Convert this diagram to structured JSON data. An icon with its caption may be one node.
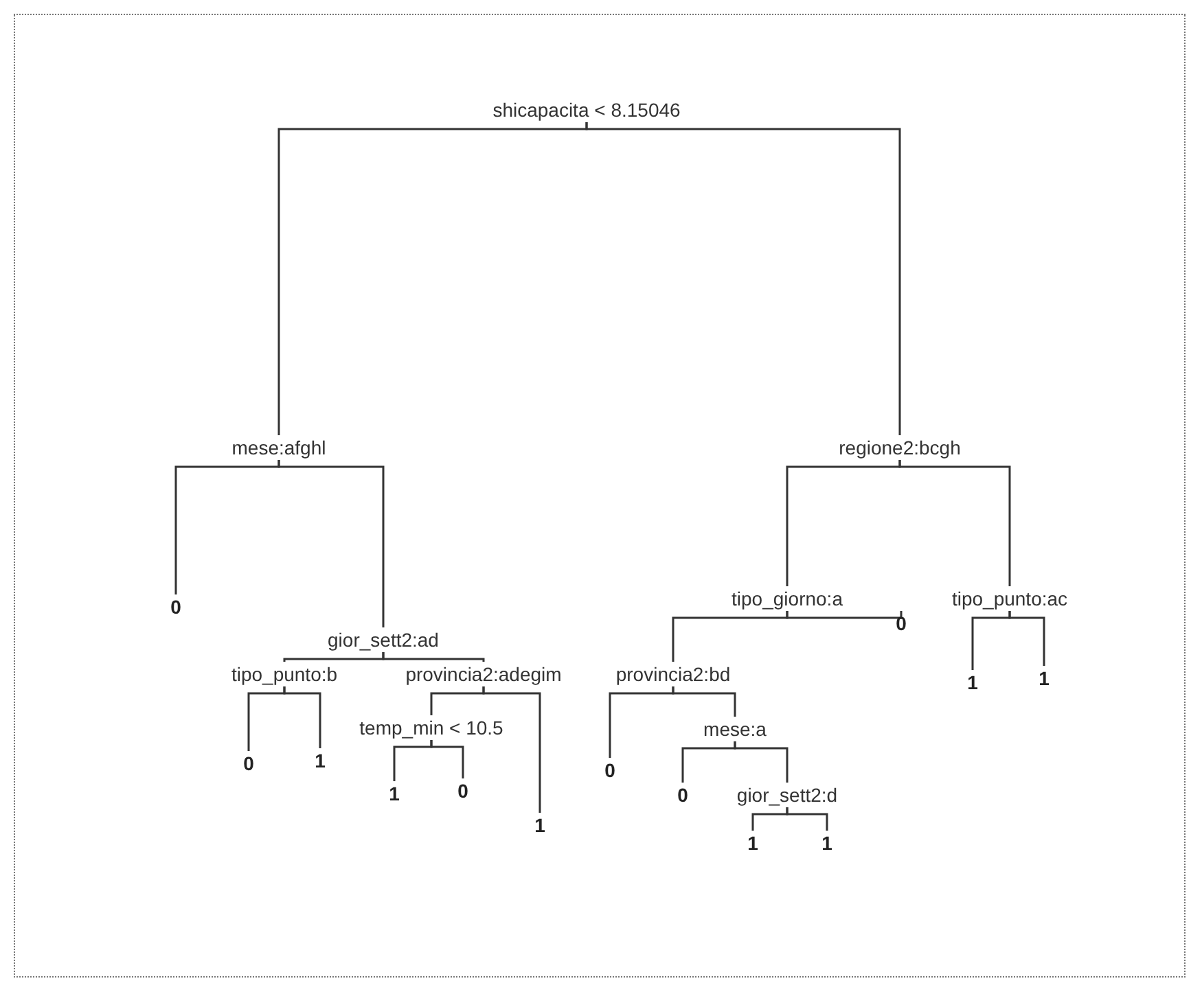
{
  "diagram": {
    "nodes": [
      {
        "text": [
          "shicapacita < 8.15046"
        ]
      },
      {
        "text": [
          "mese:afghl"
        ]
      },
      {
        "text": [
          "0"
        ]
      },
      {
        "text": [
          "gior_sett2:ad"
        ]
      },
      {
        "text": [
          "tipo_punto:b"
        ]
      },
      {
        "text": [
          "0"
        ]
      },
      {
        "text": [
          "1"
        ]
      },
      {
        "text": [
          "provincia2:adegim"
        ]
      },
      {
        "text": [
          "temp_min < 10.5"
        ]
      },
      {
        "text": [
          "1"
        ]
      },
      {
        "text": [
          "0"
        ]
      },
      {
        "text": [
          "1"
        ]
      },
      {
        "text": [
          "regione2:bcgh"
        ]
      },
      {
        "text": [
          "tipo_giorno:a"
        ]
      },
      {
        "text": [
          "provincia2:bd"
        ]
      },
      {
        "text": [
          "0"
        ]
      },
      {
        "text": [
          "mese:a"
        ]
      },
      {
        "text": [
          "0"
        ]
      },
      {
        "text": [
          "gior_sett2:d"
        ]
      },
      {
        "text": [
          "1"
        ]
      },
      {
        "text": [
          "1"
        ]
      },
      {
        "text": [
          "0"
        ]
      },
      {
        "text": [
          "tipo_punto:ac"
        ]
      },
      {
        "text": [
          "1"
        ]
      },
      {
        "text": [
          "1"
        ]
      }
    ],
    "edges": [
      {
        "from": 0,
        "to": 1,
        "arrow": "none"
      },
      {
        "from": 0,
        "to": 12,
        "arrow": "none"
      },
      {
        "from": 1,
        "to": 2,
        "arrow": "none"
      },
      {
        "from": 1,
        "to": 3,
        "arrow": "none"
      },
      {
        "from": 3,
        "to": 4,
        "arrow": "none"
      },
      {
        "from": 3,
        "to": 7,
        "arrow": "none"
      },
      {
        "from": 4,
        "to": 5,
        "arrow": "none"
      },
      {
        "from": 4,
        "to": 6,
        "arrow": "none"
      },
      {
        "from": 7,
        "to": 8,
        "arrow": "none"
      },
      {
        "from": 7,
        "to": 11,
        "arrow": "none"
      },
      {
        "from": 8,
        "to": 9,
        "arrow": "none"
      },
      {
        "from": 8,
        "to": 10,
        "arrow": "none"
      },
      {
        "from": 12,
        "to": 13,
        "arrow": "none"
      },
      {
        "from": 12,
        "to": 22,
        "arrow": "none"
      },
      {
        "from": 13,
        "to": 14,
        "arrow": "none"
      },
      {
        "from": 13,
        "to": 21,
        "arrow": "none"
      },
      {
        "from": 14,
        "to": 15,
        "arrow": "none"
      },
      {
        "from": 14,
        "to": 16,
        "arrow": "none"
      },
      {
        "from": 16,
        "to": 17,
        "arrow": "none"
      },
      {
        "from": 16,
        "to": 18,
        "arrow": "none"
      },
      {
        "from": 18,
        "to": 19,
        "arrow": "none"
      },
      {
        "from": 18,
        "to": 20,
        "arrow": "none"
      },
      {
        "from": 22,
        "to": 23,
        "arrow": "none"
      },
      {
        "from": 22,
        "to": 24,
        "arrow": "none"
      }
    ]
  }
}
